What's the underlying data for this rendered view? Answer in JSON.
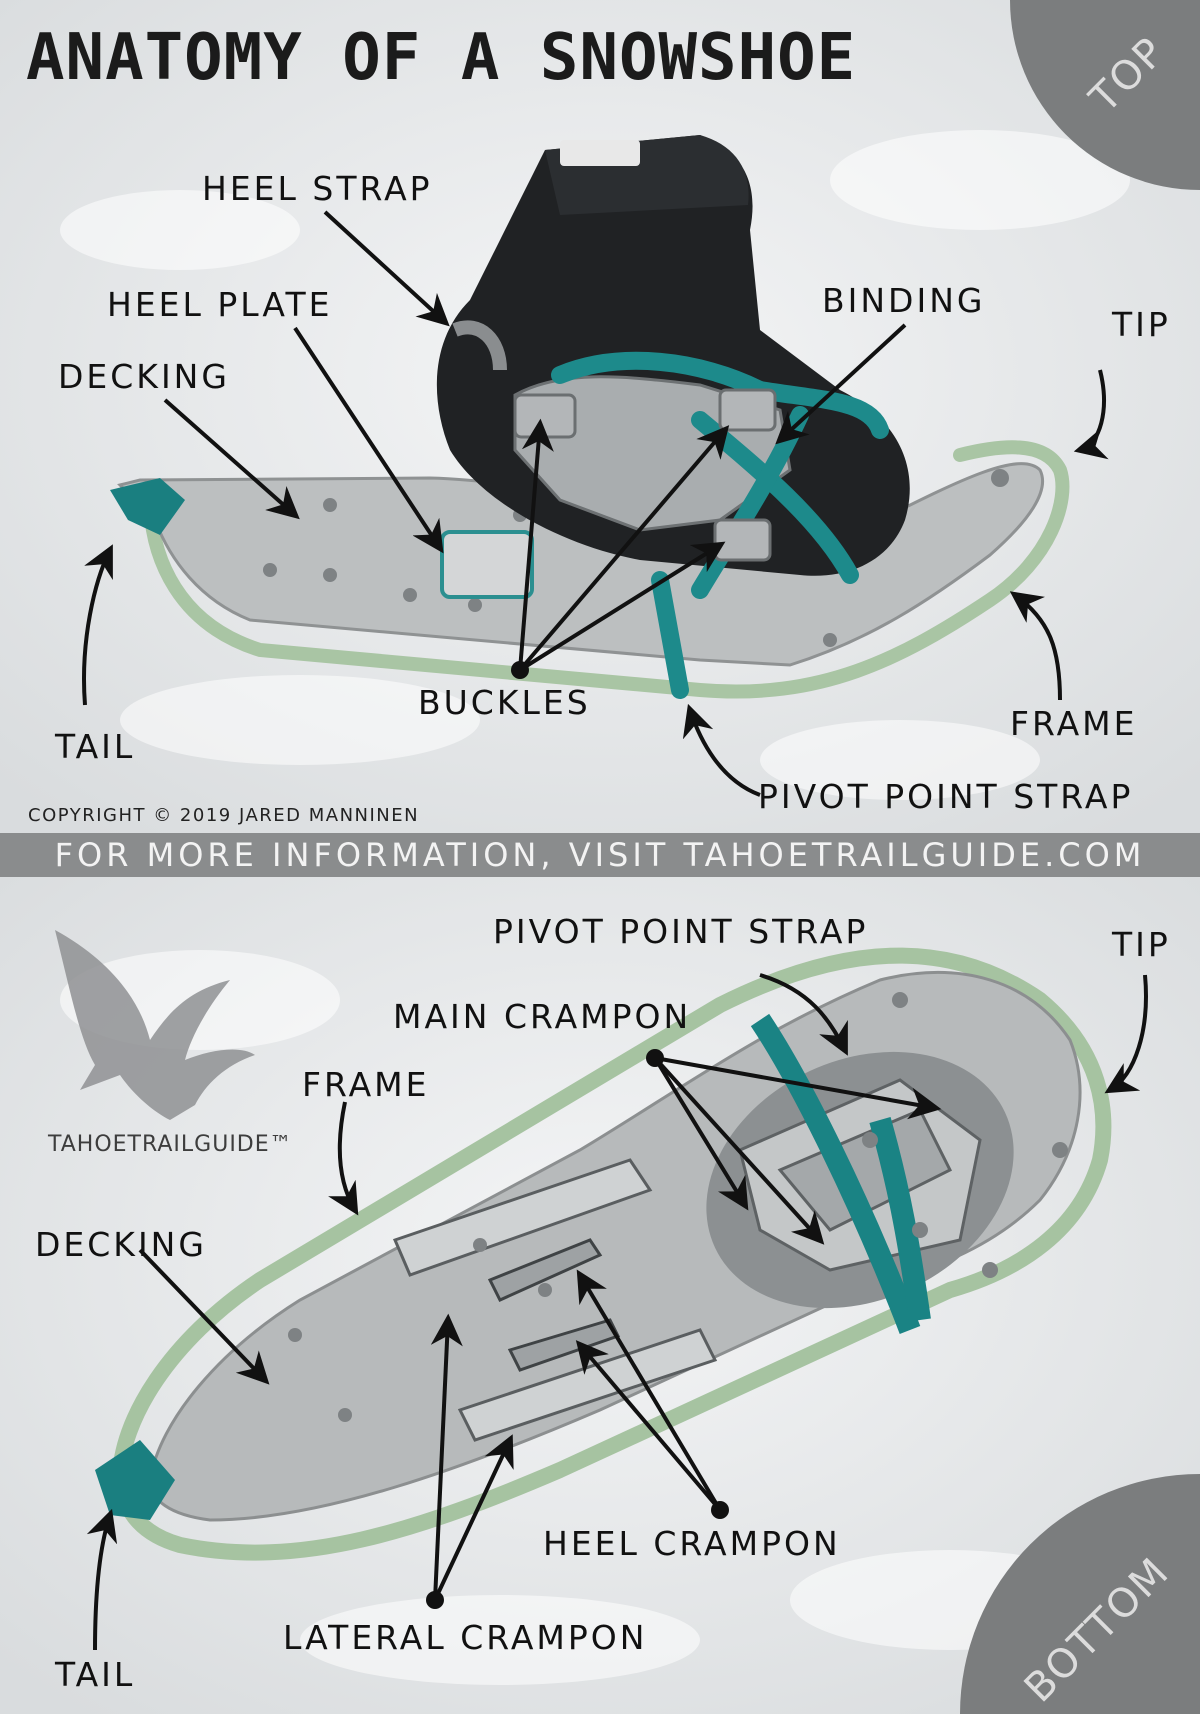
{
  "title": "ANATOMY OF A SNOWSHOE",
  "corner_top": "TOP",
  "corner_bottom": "BOTTOM",
  "copyright": "COPYRIGHT © 2019 JARED MANNINEN",
  "info_band": "FOR MORE INFORMATION, VISIT TAHOETRAILGUIDE.COM",
  "brand": "TAHOETRAILGUIDE™",
  "top_labels": {
    "heel_strap": "HEEL STRAP",
    "heel_plate": "HEEL PLATE",
    "binding": "BINDING",
    "tip": "TIP",
    "decking": "DECKING",
    "buckles": "BUCKLES",
    "frame": "FRAME",
    "tail": "TAIL",
    "pivot_point_strap": "PIVOT POINT STRAP"
  },
  "bottom_labels": {
    "pivot_point_strap": "PIVOT POINT STRAP",
    "tip": "TIP",
    "main_crampon": "MAIN CRAMPON",
    "frame": "FRAME",
    "decking": "DECKING",
    "heel_crampon": "HEEL CRAMPON",
    "lateral_crampon": "LATERAL CRAMPON",
    "tail": "TAIL"
  },
  "colors": {
    "snow": "#e6e8ea",
    "frame_green": "#a9c5a4",
    "decking_gray": "#b9bcbd",
    "strap_teal": "#1d8a8b",
    "boot_black": "#202224",
    "corner_gray": "#7b7d7e"
  }
}
